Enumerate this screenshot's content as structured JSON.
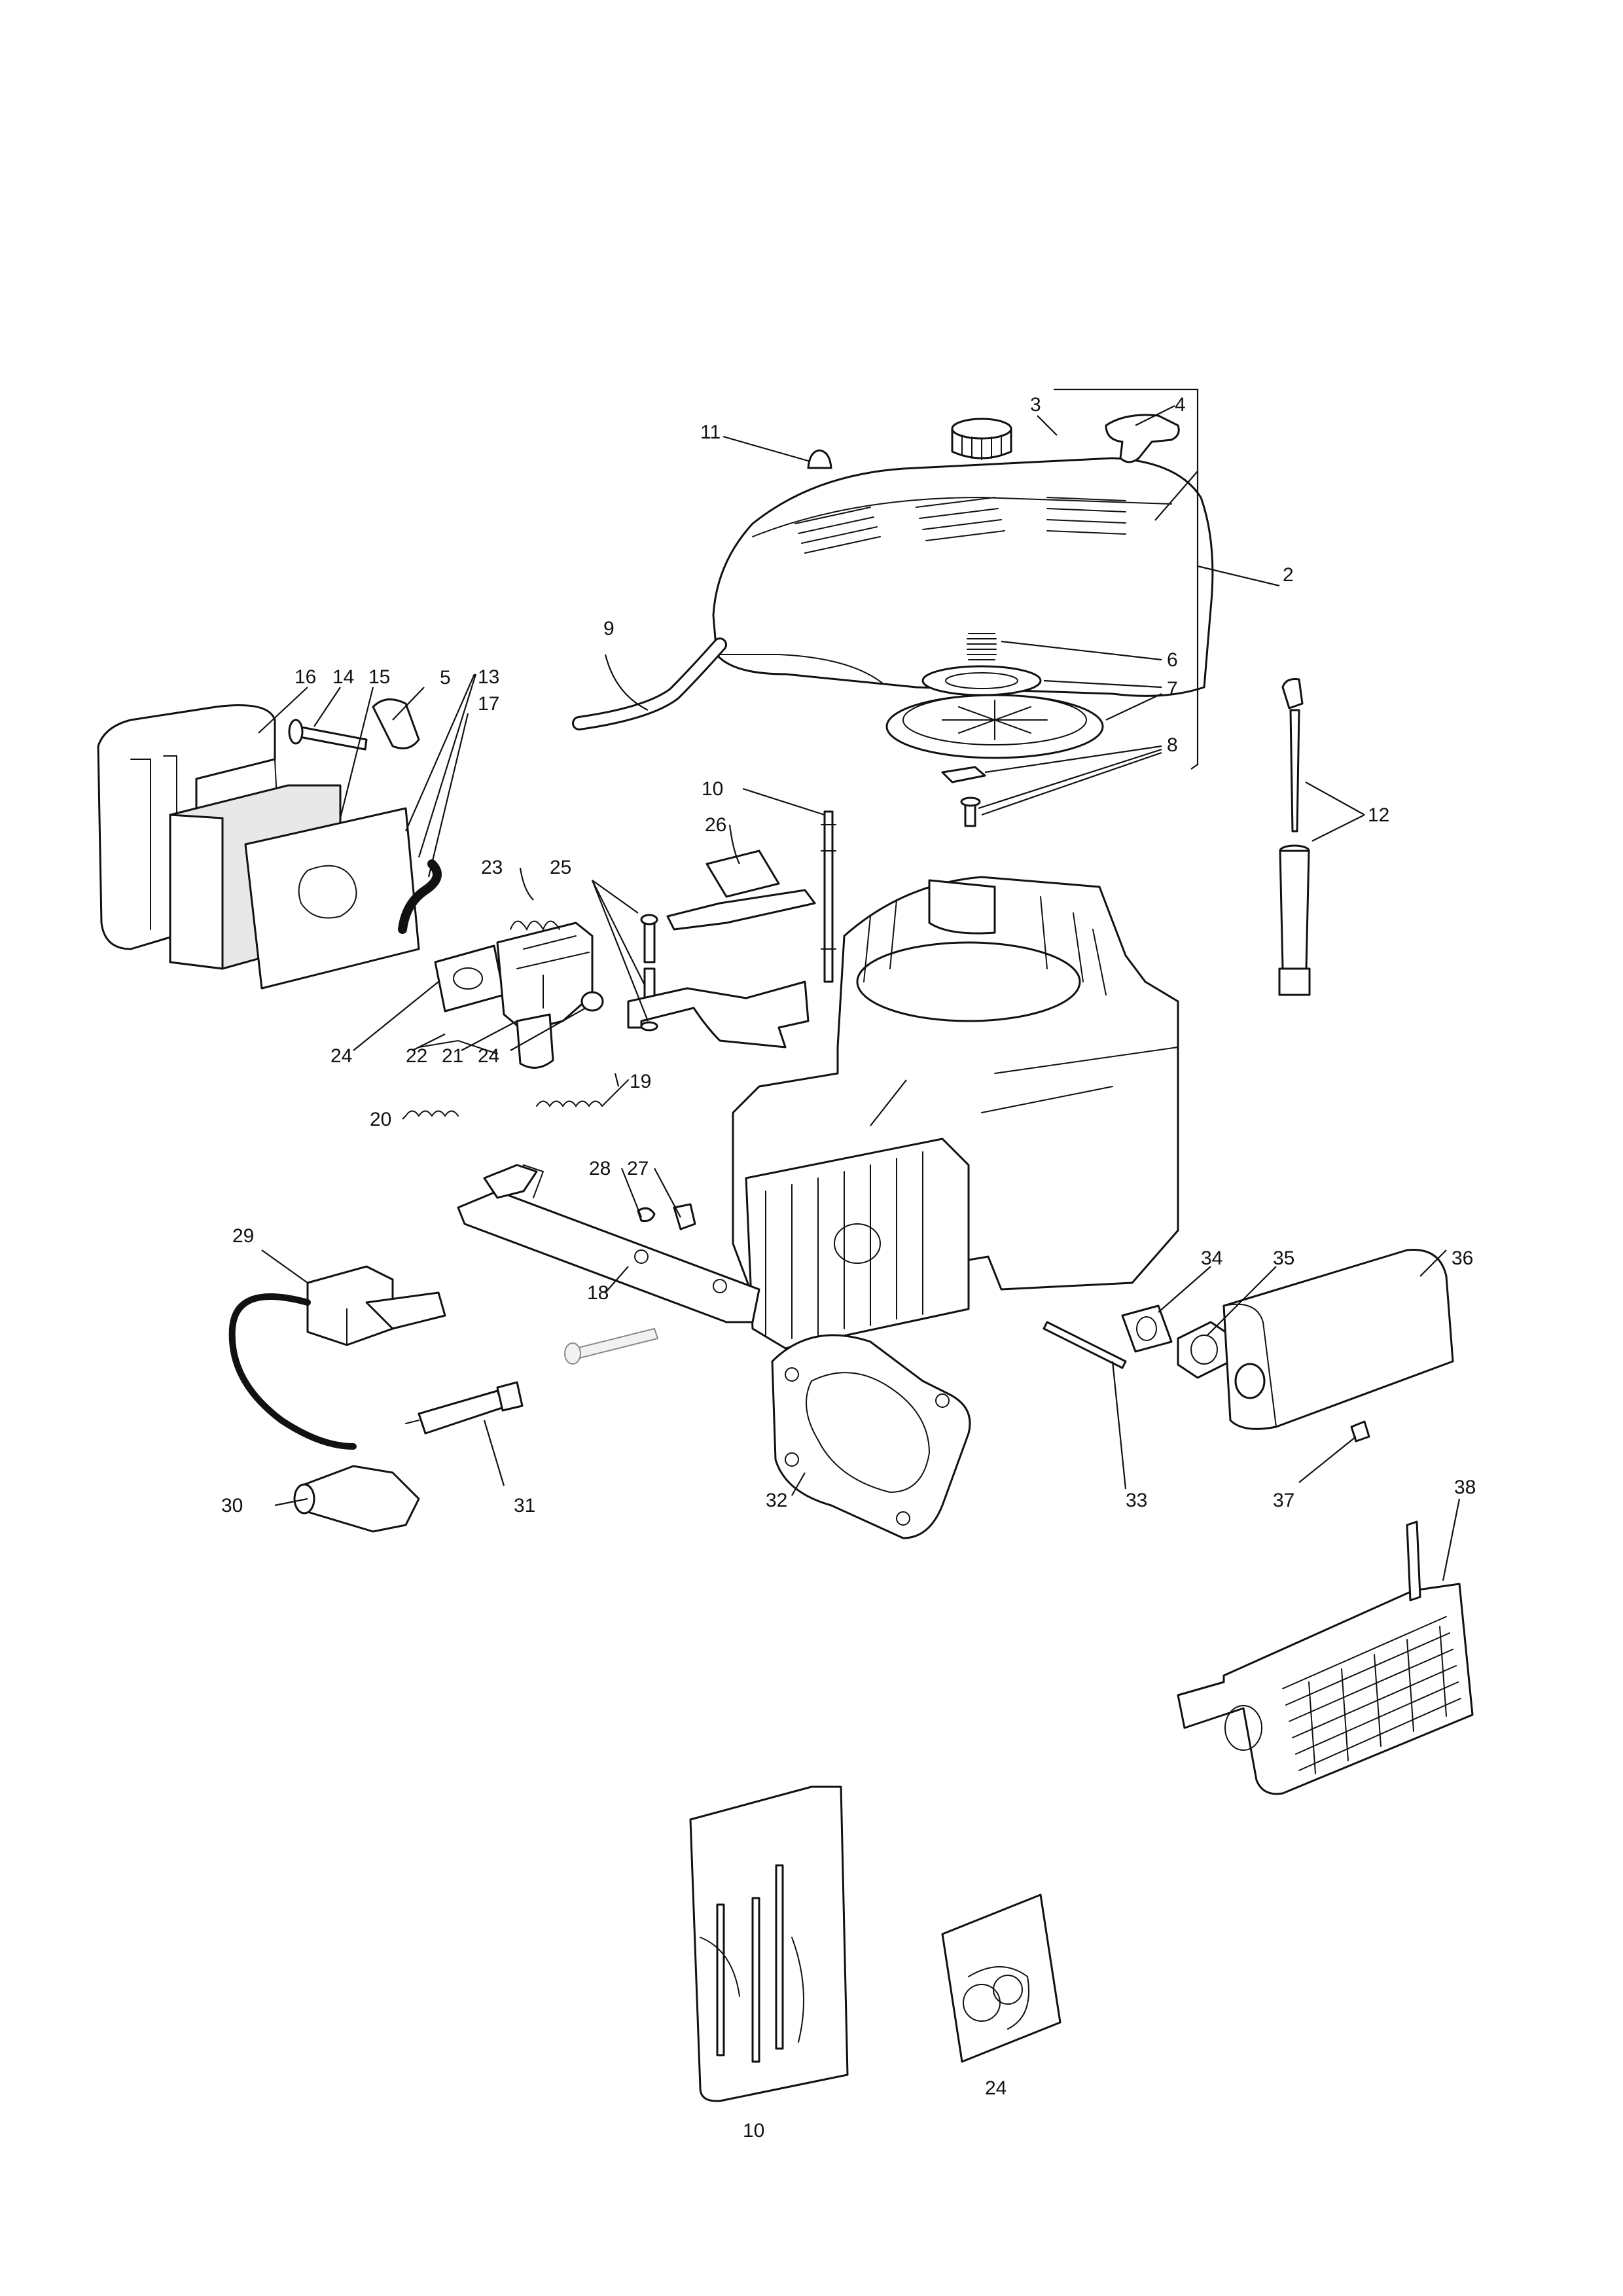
{
  "labels": {
    "l2": "2",
    "l3": "3",
    "l4": "4",
    "l5": "5",
    "l6": "6",
    "l7": "7",
    "l8": "8",
    "l9": "9",
    "l10": "10",
    "l10b": "10",
    "l11": "11",
    "l12": "12",
    "l13": "13",
    "l14": "14",
    "l15": "15",
    "l16": "16",
    "l17": "17",
    "l18": "18",
    "l19": "19",
    "l20": "20",
    "l21": "21",
    "l22": "22",
    "l23": "23",
    "l24a": "24",
    "l24b": "24",
    "l24c": "24",
    "l25": "25",
    "l26": "26",
    "l27": "27",
    "l28": "28",
    "l29": "29",
    "l30": "30",
    "l31": "31",
    "l32": "32",
    "l33": "33",
    "l34": "34",
    "l35": "35",
    "l36": "36",
    "l37": "37",
    "l38": "38"
  }
}
